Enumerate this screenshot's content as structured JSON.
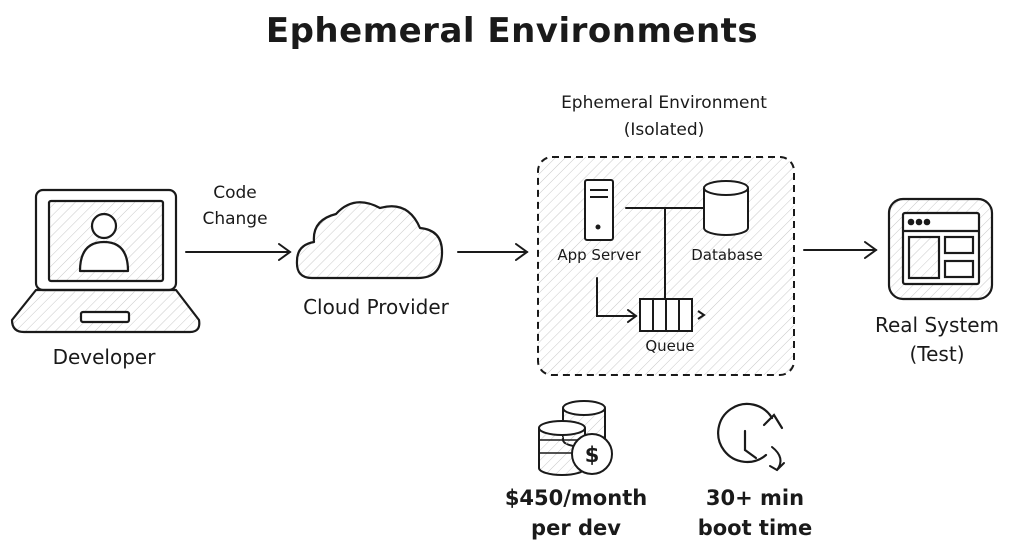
{
  "title": "Ephemeral Environments",
  "nodes": {
    "developer": "Developer",
    "cloud_provider": "Cloud Provider",
    "environment_title_line1": "Ephemeral Environment",
    "environment_title_line2": "(Isolated)",
    "app_server": "App Server",
    "database": "Database",
    "queue": "Queue",
    "real_system_line1": "Real System",
    "real_system_line2": "(Test)"
  },
  "edges": {
    "code_change_line1": "Code",
    "code_change_line2": "Change"
  },
  "costs": {
    "price_line1": "$450/month",
    "price_line2": "per dev",
    "boot_line1": "30+ min",
    "boot_line2": "boot time"
  },
  "icons": {
    "laptop": "laptop-icon",
    "cloud": "cloud-icon",
    "server": "server-icon",
    "database": "database-icon",
    "queue": "queue-icon",
    "browser": "browser-window-icon",
    "coins": "coins-icon",
    "clock": "clock-icon"
  }
}
